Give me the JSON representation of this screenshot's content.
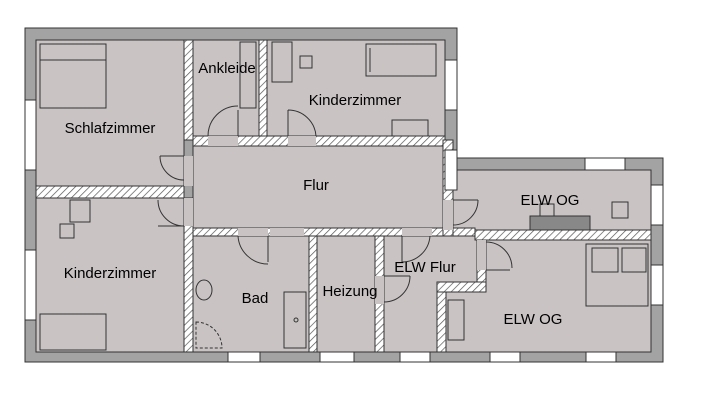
{
  "rooms": {
    "schlafzimmer": "Schlafzimmer",
    "ankleide": "Ankleide",
    "kinderzimmer_top": "Kinderzimmer",
    "kinderzimmer_left": "Kinderzimmer",
    "flur": "Flur",
    "elw_og_top": "ELW OG",
    "elw_og_bottom": "ELW OG",
    "bad": "Bad",
    "heizung": "Heizung",
    "elw_flur": "ELW Flur"
  },
  "colors": {
    "floor": "#c9c3c4",
    "wall": "#a3a3a3",
    "line": "#333333",
    "background": "#ffffff"
  }
}
